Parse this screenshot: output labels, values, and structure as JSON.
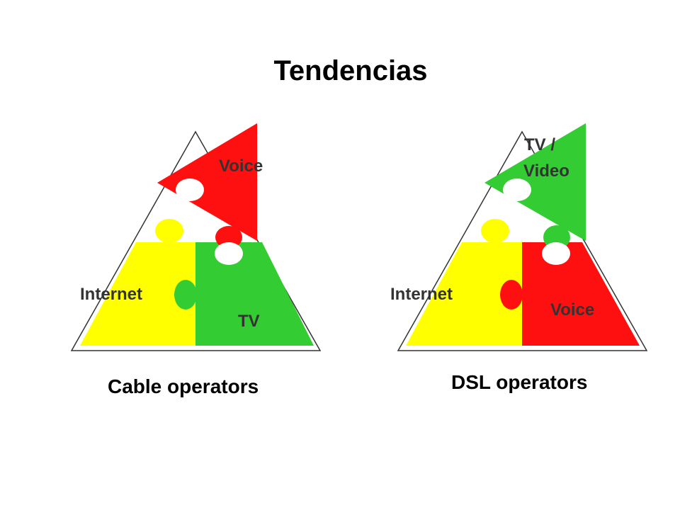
{
  "title": "Tendencias",
  "cable": {
    "caption": "Cable operators",
    "pieces": {
      "top": "Voice",
      "left": "Internet",
      "right": "TV"
    }
  },
  "dsl": {
    "caption": "DSL operators",
    "pieces": {
      "top_line1": "TV /",
      "top_line2": "Video",
      "left": "Internet",
      "right": "Voice"
    }
  },
  "colors": {
    "red": "#ff1010",
    "yellow": "#ffff00",
    "green": "#33cc33",
    "outline": "#333333"
  }
}
